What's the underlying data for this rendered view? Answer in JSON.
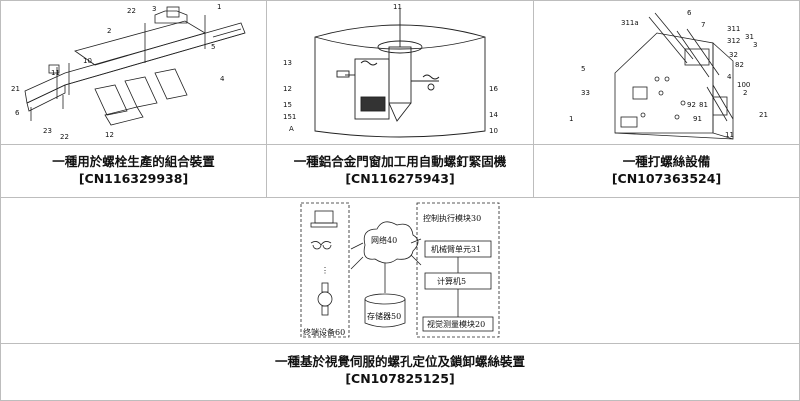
{
  "patents": [
    {
      "title": "一種用於螺栓生產的組合裝置",
      "number": "[CN116329938]",
      "figure_labels": [
        "22",
        "3",
        "1",
        "2",
        "4",
        "5",
        "21",
        "22",
        "12",
        "11",
        "6",
        "10",
        "23"
      ]
    },
    {
      "title": "一種鋁合金門窗加工用自動螺釘緊固機",
      "number": "[CN116275943]",
      "figure_labels": [
        "11",
        "13",
        "12",
        "15",
        "151",
        "A",
        "16",
        "14",
        "10"
      ]
    },
    {
      "title": "一種打螺絲設備",
      "number": "[CN107363524]",
      "figure_labels": [
        "311a",
        "6",
        "7",
        "311",
        "312",
        "31",
        "3",
        "32",
        "5",
        "82",
        "4",
        "100",
        "33",
        "92",
        "2",
        "81",
        "1",
        "91",
        "21",
        "11"
      ]
    },
    {
      "title": "一種基於視覺伺服的螺孔定位及鎖卸螺絲裝置",
      "number": "[CN107825125]",
      "diagram": {
        "network": "网络40",
        "storage": "存储器50",
        "control": "控制执行模块30",
        "arm": "机械臂单元31",
        "computer": "计算机5",
        "vision": "视觉测量模块20",
        "terminal": "终端设备60",
        "ellipsis": "⋮"
      }
    }
  ]
}
